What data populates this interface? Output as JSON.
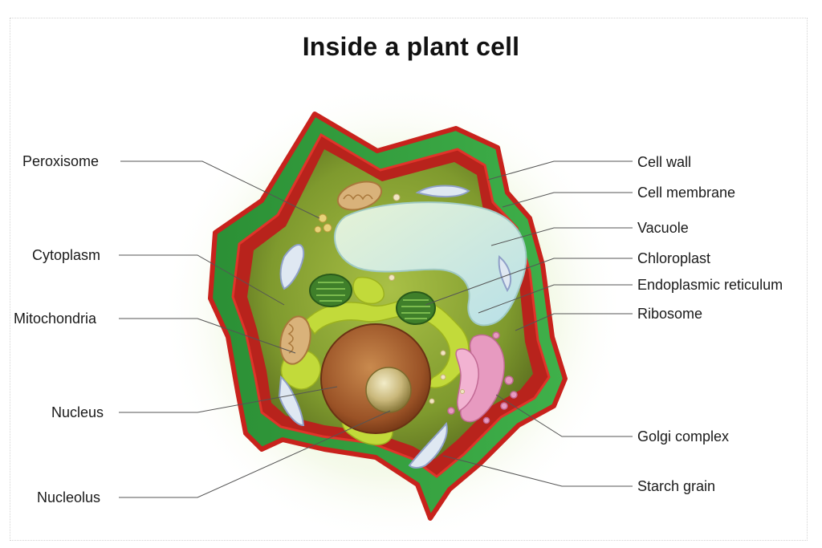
{
  "title": "Inside a plant cell",
  "labels": {
    "left": {
      "peroxisome": "Peroxisome",
      "cytoplasm": "Cytoplasm",
      "mitochondria": "Mitochondria",
      "nucleus": "Nucleus",
      "nucleolus": "Nucleolus"
    },
    "right": {
      "cell_wall": "Cell wall",
      "cell_membrane": "Cell membrane",
      "vacuole": "Vacuole",
      "chloroplast": "Chloroplast",
      "endoplasmic_reticulum": "Endoplasmic reticulum",
      "ribosome": "Ribosome",
      "golgi_complex": "Golgi complex",
      "starch_grain": "Starch grain"
    }
  },
  "colors": {
    "cell_wall": "#2e9e3a",
    "cell_membrane": "#d8261f",
    "cytoplasm": "#8ba33a",
    "vacuole": "#cfe8d8",
    "nucleus": "#a8632e",
    "golgi": "#e58fb8",
    "er": "#b7d43a",
    "leader_line": "#555555"
  }
}
